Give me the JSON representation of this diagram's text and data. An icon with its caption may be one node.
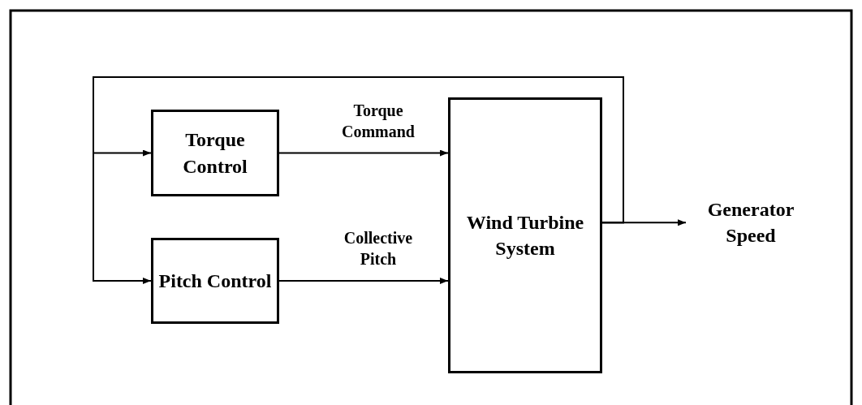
{
  "diagram": {
    "nodes": [
      {
        "text": [
          "Torque Control"
        ]
      },
      {
        "text": [
          "Pitch Control"
        ]
      },
      {
        "text": [
          "Wind Turbine System"
        ]
      },
      {
        "text": [
          "Generator Speed"
        ]
      }
    ],
    "edges": [
      {
        "from": 0,
        "to": 2,
        "arrow": "to",
        "label": "Torque Command"
      },
      {
        "from": 1,
        "to": 2,
        "arrow": "to",
        "label": "Collective Pitch"
      },
      {
        "from": 2,
        "to": 3,
        "arrow": "to"
      },
      {
        "from": 2,
        "to": 0,
        "arrow": "to"
      },
      {
        "from": 2,
        "to": 1,
        "arrow": "to"
      }
    ]
  }
}
